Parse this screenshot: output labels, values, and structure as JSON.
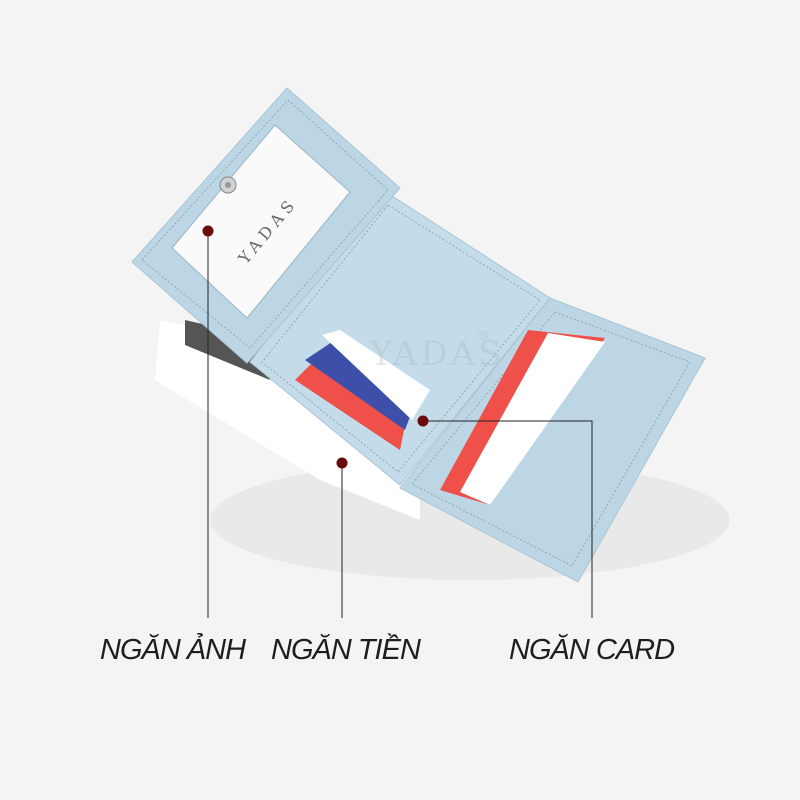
{
  "brand": "YADAS",
  "watermark": "YADAS",
  "watermark_mark": "®",
  "labels": {
    "photo": "NGĂN ẢNH",
    "money": "NGĂN TIỀN",
    "card": "NGĂN CARD"
  },
  "colors": {
    "wallet": "#bcd6e6",
    "stitch": "#8ea9ba",
    "dot": "#6b0a0a",
    "card_red": "#f0504a",
    "background": "#f4f4f4"
  }
}
